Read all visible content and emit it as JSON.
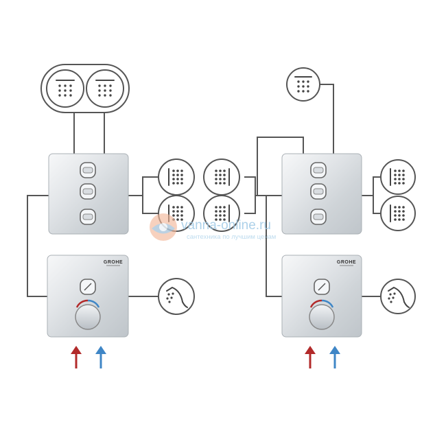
{
  "brand_label": "GROHE",
  "watermark": {
    "site": "vanna-online.ru",
    "tagline": "сантехника по лучшим ценам"
  },
  "colors": {
    "hot_arrow": "#b22a2a",
    "cold_arrow": "#3f86c6",
    "pipe": "#555555",
    "watermark": "#9fc9e6"
  },
  "icons": [
    "overhead-shower-icon",
    "body-jet-icon",
    "hand-shower-icon",
    "hot-water-arrow-icon",
    "cold-water-arrow-icon"
  ]
}
